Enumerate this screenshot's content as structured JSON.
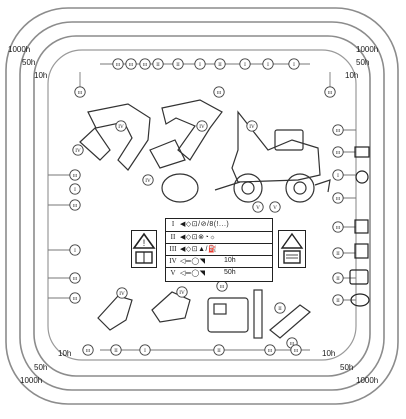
{
  "rings": {
    "outer_label": "1000h",
    "middle_label": "50h",
    "inner_label": "10h"
  },
  "legend": {
    "rows": [
      {
        "roman": "I",
        "symbols": "◀◇⊡/⊘/8(!...)",
        "value": ""
      },
      {
        "roman": "II",
        "symbols": "◀◇⊡⊗◔☼",
        "value": ""
      },
      {
        "roman": "III",
        "symbols": "◀◇⊡▲/⛽",
        "value": ""
      },
      {
        "roman": "IV",
        "symbols": "◁═◯◥",
        "value": "10h"
      },
      {
        "roman": "V",
        "symbols": "◁═◯◥",
        "value": "50h"
      }
    ]
  },
  "node_labels": {
    "I": "I",
    "II": "II",
    "III": "III",
    "IV": "IV",
    "V": "V"
  },
  "icons": {
    "warning": "warning-triangle-icon",
    "manual": "manual-book-icon"
  },
  "colors": {
    "ink": "#1a1a1a",
    "ring": "#9a9a9a",
    "background": "#ffffff"
  }
}
